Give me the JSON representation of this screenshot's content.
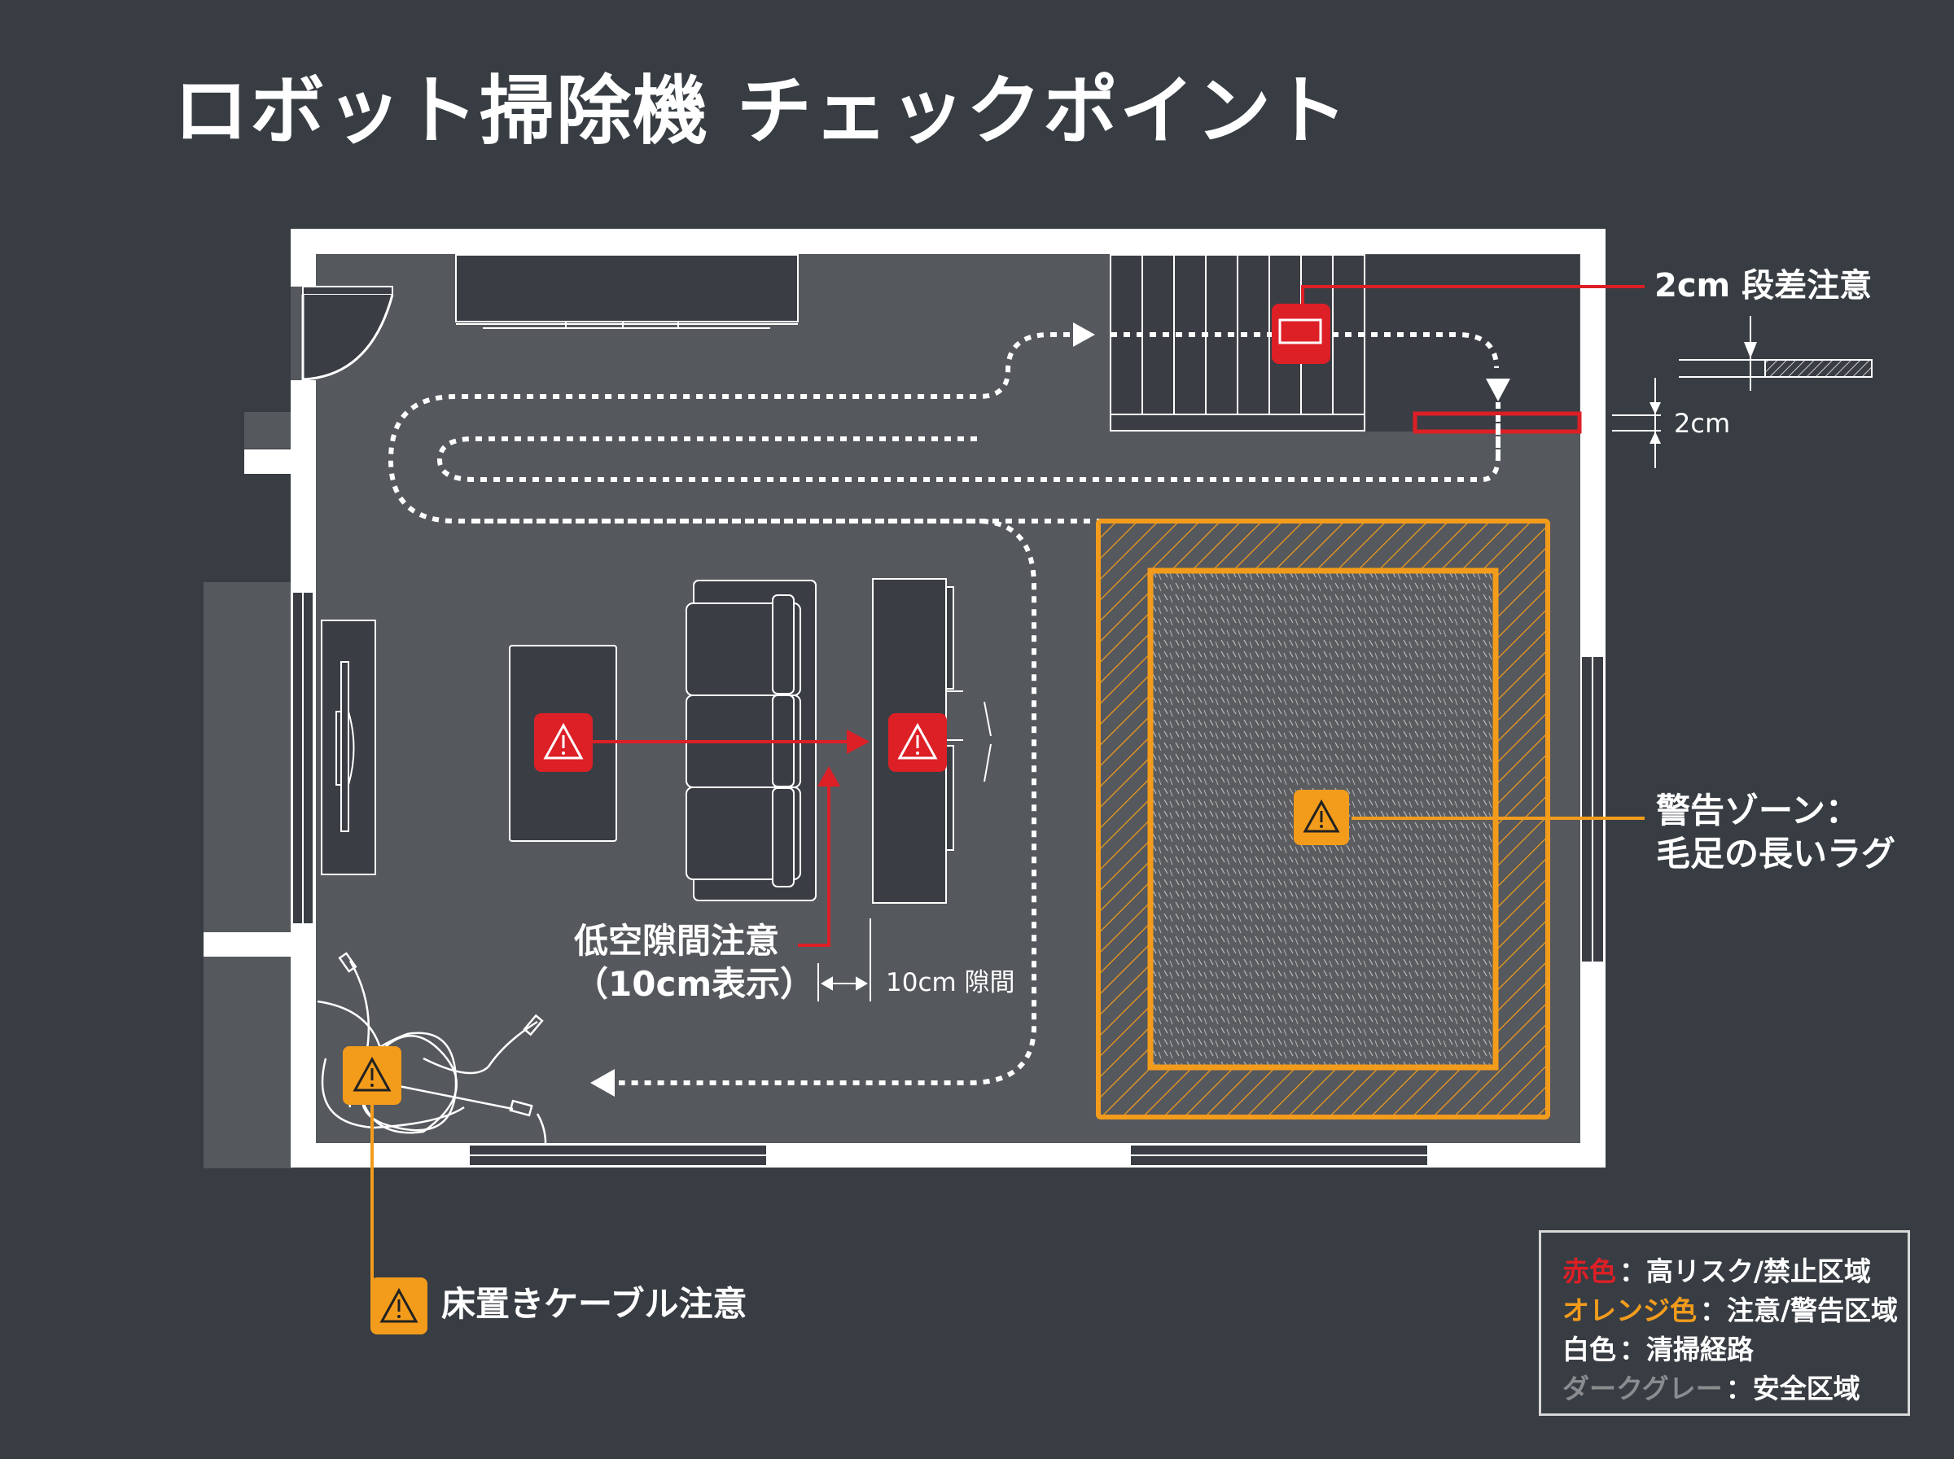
{
  "title": "ロボット掃除機 チェックポイント",
  "colors": {
    "background": "#383d43",
    "floor": "#55585d",
    "furniture": "#3a3e44",
    "wall": "#ffffff",
    "red": "#dd1f26",
    "orange": "#f39c1c",
    "gray_text": "#8a8c8f"
  },
  "annotations": {
    "step": {
      "title": "2cm 段差注意",
      "dimension": "2cm",
      "severity": "red"
    },
    "rug": {
      "line1": "警告ゾーン：",
      "line2": "毛足の長いラグ",
      "severity": "orange"
    },
    "low_gap": {
      "line1": "低空隙間注意",
      "line2": "（10cm表示）",
      "dimension": "10cm 隙間",
      "severity": "red"
    },
    "cable": {
      "title": "床置きケーブル注意",
      "severity": "orange"
    }
  },
  "legend": {
    "items": [
      {
        "key": "赤色",
        "value": "：高リスク/禁止区域",
        "color": "#dd1f26"
      },
      {
        "key": "オレンジ色",
        "value": "：注意/警告区域",
        "color": "#f39c1c"
      },
      {
        "key": "白色",
        "value": "：清掃経路",
        "color": "#ffffff"
      },
      {
        "key": "ダークグレー",
        "value": "：安全区域",
        "color": "#8a8c8f"
      }
    ]
  },
  "icons": {
    "warning": "warning-triangle-icon",
    "threshold": "threshold-icon",
    "path_arrow": "path-arrow-icon"
  }
}
